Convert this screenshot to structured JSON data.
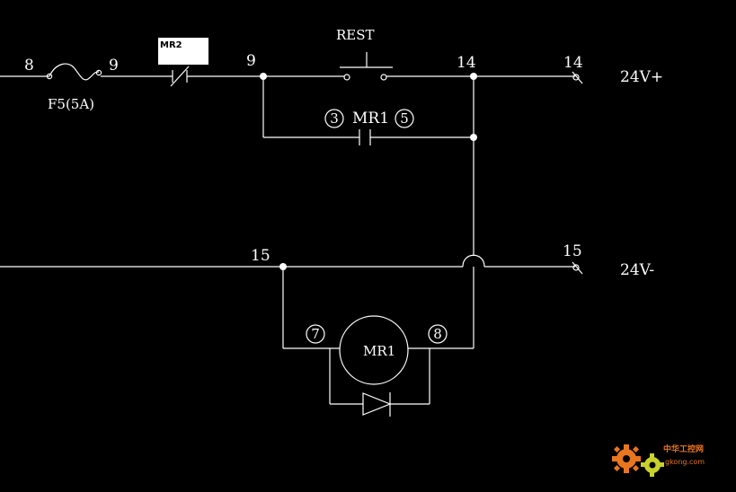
{
  "diagram": {
    "left_branch": {
      "node_left_label": "8",
      "node_right_label": "9",
      "fuse_label": "F5(5A)"
    },
    "contact_mr2": {
      "tag": "MR2"
    },
    "node_9_label": "9",
    "rest_button": {
      "label": "REST"
    },
    "node_14_label": "14",
    "terminal_14": {
      "number": "14",
      "label": "24V+"
    },
    "holding_contact": {
      "pin_left": "3",
      "name": "MR1",
      "pin_right": "5"
    },
    "node_15_label": "15",
    "terminal_15": {
      "number": "15",
      "label": "24V-"
    },
    "coil": {
      "name": "MR1",
      "pin_left": "7",
      "pin_right": "8"
    }
  },
  "watermark": {
    "title": "中华工控网",
    "url": "gkong.com",
    "colors": {
      "gear_orange": "#e8761f",
      "gear_yellow": "#c8d22a",
      "text": "#e8761f"
    }
  }
}
